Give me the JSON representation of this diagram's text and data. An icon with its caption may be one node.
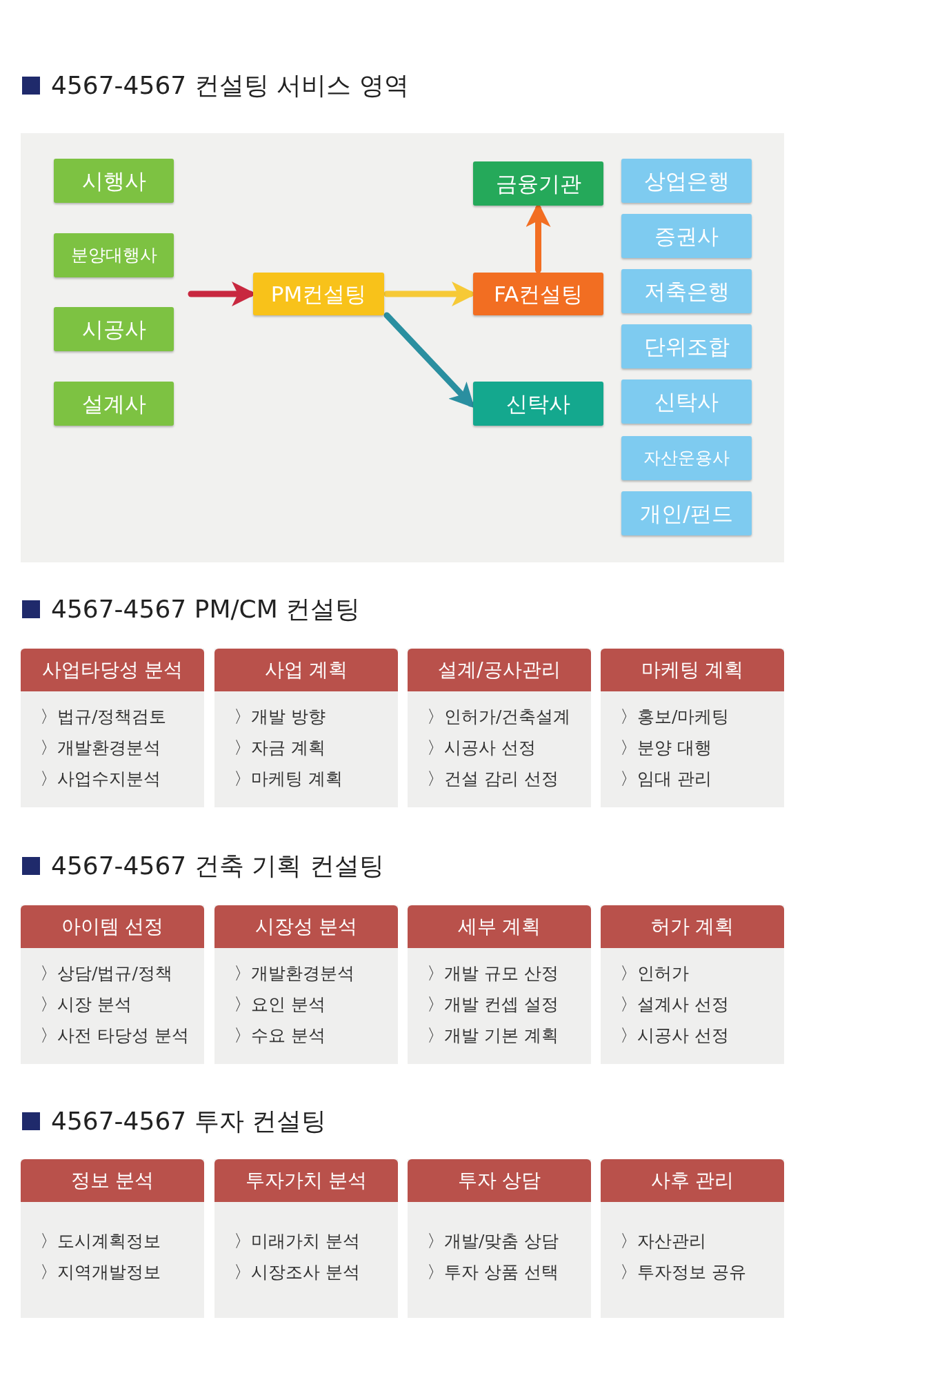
{
  "diagram": {
    "nodes": [
      {
        "text": [
          "시행사"
        ]
      },
      {
        "text": [
          "분양대행사"
        ]
      },
      {
        "text": [
          "시공사"
        ]
      },
      {
        "text": [
          "설계사"
        ]
      },
      {
        "text": [
          "PM컨설팅"
        ]
      },
      {
        "text": [
          "금융기관"
        ]
      },
      {
        "text": [
          "FA컨설팅"
        ]
      },
      {
        "text": [
          "신탁사"
        ]
      },
      {
        "text": [
          "상업은행"
        ]
      },
      {
        "text": [
          "증권사"
        ]
      },
      {
        "text": [
          "저축은행"
        ]
      },
      {
        "text": [
          "단위조합"
        ]
      },
      {
        "text": [
          "신탁사"
        ]
      },
      {
        "text": [
          "자산운용사"
        ]
      },
      {
        "text": [
          "개인/펀드"
        ]
      },
      {
        "text": [
          "사업타당성 분석",
          "〉법규/정책검토",
          "〉개발환경분석",
          "〉사업수지분석"
        ]
      },
      {
        "text": [
          "사업 계획",
          "〉개발 방향",
          "〉자금 계획",
          "〉마케팅 계획"
        ]
      },
      {
        "text": [
          "설계/공사관리",
          "〉인허가/건축설계",
          "〉시공사 선정",
          "〉건설 감리 선정"
        ]
      },
      {
        "text": [
          "마케팅 계획",
          "〉홍보/마케팅",
          "〉분양 대행",
          "〉임대 관리"
        ]
      },
      {
        "text": [
          "아이템 선정",
          "〉상담/법규/정책",
          "〉시장 분석",
          "〉사전 타당성 분석"
        ]
      },
      {
        "text": [
          "시장성 분석",
          "〉개발환경분석",
          "〉요인 분석",
          "〉수요 분석"
        ]
      },
      {
        "text": [
          "세부 계획",
          "〉개발 규모 산정",
          "〉개발 컨셉 설정",
          "〉개발 기본 계획"
        ]
      },
      {
        "text": [
          "허가 계획",
          "〉인허가",
          "〉설계사 선정",
          "〉시공사 선정"
        ]
      },
      {
        "text": [
          "정보 분석",
          "〉도시계획정보",
          "〉지역개발정보"
        ]
      },
      {
        "text": [
          "투자가치 분석",
          "〉미래가치 분석",
          "〉시장조사 분석"
        ]
      },
      {
        "text": [
          "투자 상담",
          "〉개발/맞춤 상담",
          "〉투자 상품 선택"
        ]
      },
      {
        "text": [
          "사후 관리",
          "〉자산관리",
          "〉투자정보 공유"
        ]
      }
    ],
    "edges": [
      {
        "from": null,
        "to": 4,
        "arrow": "to",
        "color": "#c8283f"
      },
      {
        "from": 4,
        "to": 6,
        "arrow": "to",
        "color": "#f6c936"
      },
      {
        "from": 4,
        "to": 7,
        "arrow": "to",
        "color": "#2a8fa0"
      },
      {
        "from": 6,
        "to": 5,
        "arrow": "to",
        "color": "#f26e22"
      }
    ],
    "labels": [
      "4567-4567 컨설팅 서비스 영역",
      "4567-4567 PM/CM 컨설팅",
      "4567-4567 건축 기획 컨설팅",
      "4567-4567 투자 컨설팅"
    ]
  }
}
